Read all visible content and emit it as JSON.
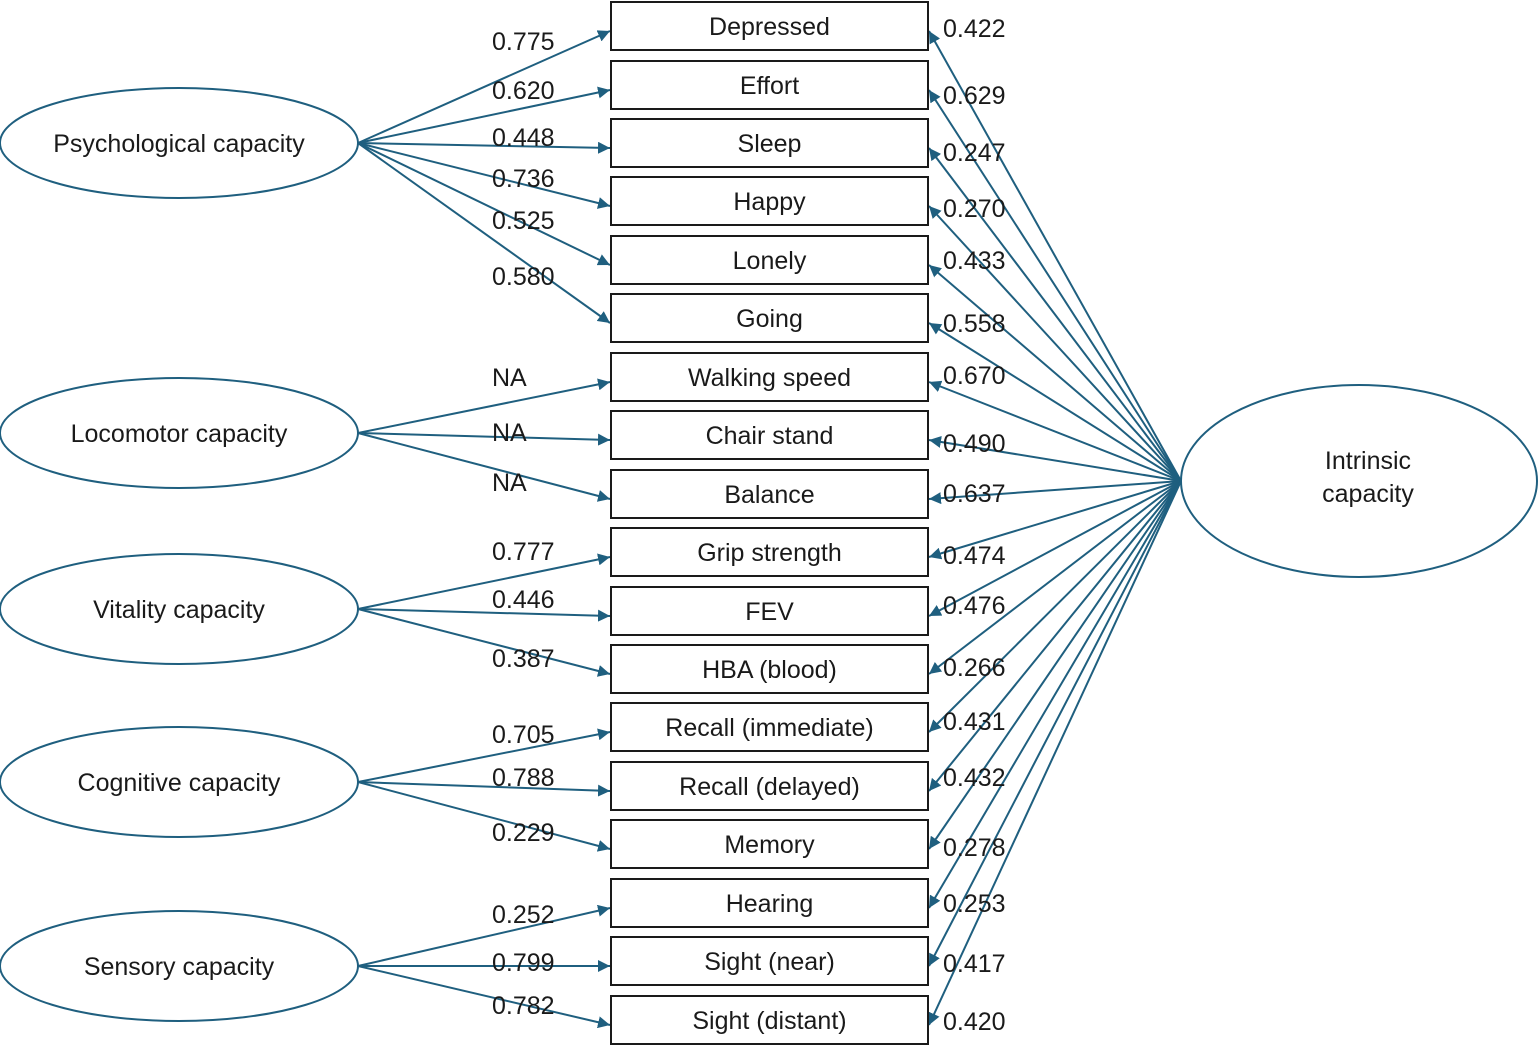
{
  "colors": {
    "edge": "#1f5f7f",
    "box_stroke": "#1a1a1a",
    "text": "#1a1a1a"
  },
  "indicators": [
    "Depressed",
    "Effort",
    "Sleep",
    "Happy",
    "Lonely",
    "Going",
    "Walking speed",
    "Chair stand",
    "Balance",
    "Grip strength",
    "FEV",
    "HBA (blood)",
    "Recall (immediate)",
    "Recall (delayed)",
    "Memory",
    "Hearing",
    "Sight (near)",
    "Sight (distant)"
  ],
  "factors": [
    {
      "name": "Psychological capacity",
      "indicators": [
        0,
        1,
        2,
        3,
        4,
        5
      ],
      "loadings": [
        "0.775",
        "0.620",
        "0.448",
        "0.736",
        "0.525",
        "0.580"
      ]
    },
    {
      "name": "Locomotor capacity",
      "indicators": [
        6,
        7,
        8
      ],
      "loadings": [
        "NA",
        "NA",
        "NA"
      ]
    },
    {
      "name": "Vitality capacity",
      "indicators": [
        9,
        10,
        11
      ],
      "loadings": [
        "0.777",
        "0.446",
        "0.387"
      ]
    },
    {
      "name": "Cognitive capacity",
      "indicators": [
        12,
        13,
        14
      ],
      "loadings": [
        "0.705",
        "0.788",
        "0.229"
      ]
    },
    {
      "name": "Sensory capacity",
      "indicators": [
        15,
        16,
        17
      ],
      "loadings": [
        "0.252",
        "0.799",
        "0.782"
      ]
    }
  ],
  "intrinsic": {
    "name_lines": [
      "Intrinsic",
      "capacity"
    ],
    "loadings": [
      "0.422",
      "0.629",
      "0.247",
      "0.270",
      "0.433",
      "0.558",
      "0.670",
      "0.490",
      "0.637",
      "0.474",
      "0.476",
      "0.266",
      "0.431",
      "0.432",
      "0.278",
      "0.253",
      "0.417",
      "0.420"
    ]
  }
}
